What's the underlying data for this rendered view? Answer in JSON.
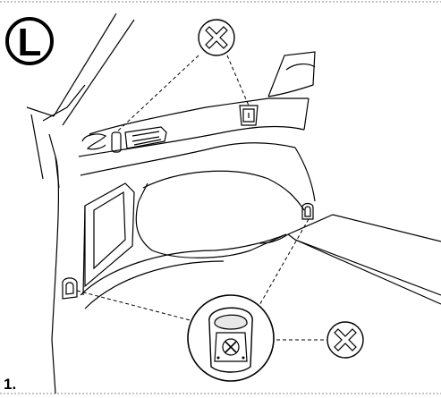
{
  "badge": {
    "letter": "L"
  },
  "step": {
    "label": "1."
  },
  "colors": {
    "line": "#000000",
    "border": "#888888",
    "background": "#ffffff"
  },
  "icons": [
    "no-entry-x-icon",
    "no-entry-x-icon",
    "anchor-ring-detail"
  ]
}
